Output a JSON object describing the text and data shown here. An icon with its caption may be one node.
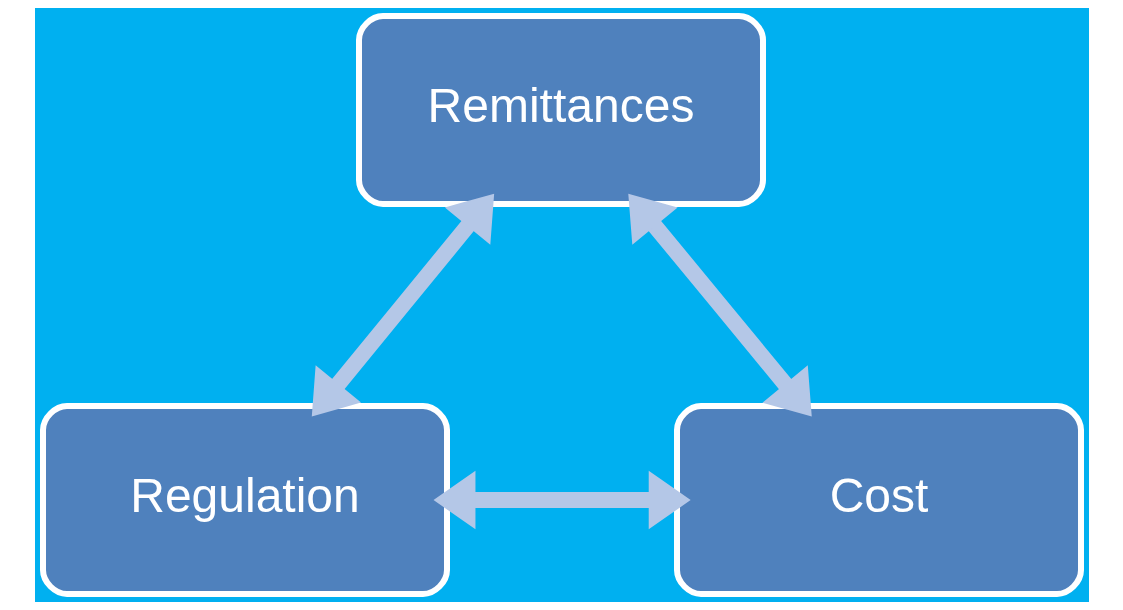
{
  "diagram": {
    "nodes": [
      {
        "text": [
          "Remittances"
        ]
      },
      {
        "text": [
          "Regulation"
        ]
      },
      {
        "text": [
          "Cost"
        ]
      }
    ],
    "edges": [
      {
        "from": 0,
        "to": 1,
        "arrow": "both"
      },
      {
        "from": 0,
        "to": 2,
        "arrow": "both"
      },
      {
        "from": 1,
        "to": 2,
        "arrow": "both"
      }
    ]
  }
}
